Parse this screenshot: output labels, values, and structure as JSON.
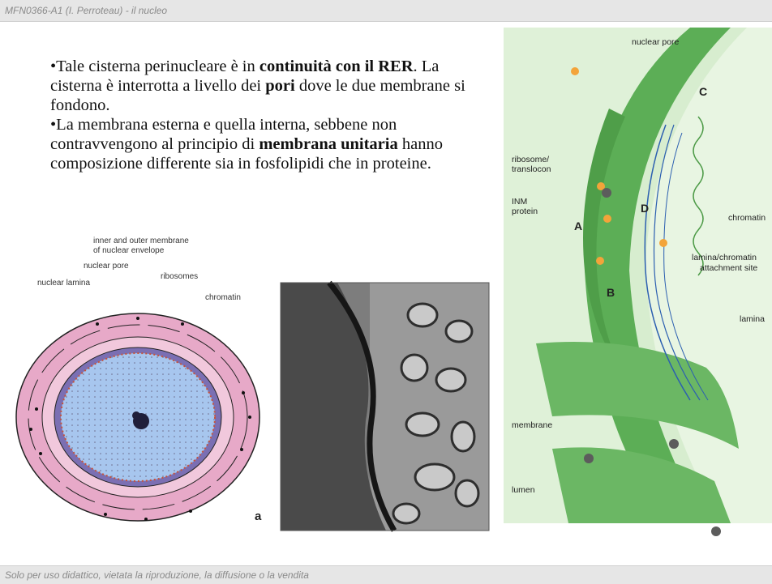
{
  "header": {
    "title": "MFN0366-A1 (I. Perroteau) - il nucleo"
  },
  "body": {
    "para1": [
      {
        "t": "•Tale cisterna perinucleare è in ",
        "b": false
      },
      {
        "t": "continuità con il RER",
        "b": true
      },
      {
        "t": ". La cisterna è interrotta a livello dei ",
        "b": false
      },
      {
        "t": "pori",
        "b": true
      },
      {
        "t": " dove le due membrane si fondono.",
        "b": false
      }
    ],
    "para2": [
      {
        "t": "•La membrana esterna e quella interna, sebbene non contravvengono al principio di ",
        "b": false
      },
      {
        "t": "membrana unitaria",
        "b": true
      },
      {
        "t": " hanno composizione differente sia in fosfolipidi che in proteine.",
        "b": false
      }
    ]
  },
  "left_figure": {
    "labels": {
      "inner_outer": "inner and outer membrane",
      "inner_outer_2": "of nuclear envelope",
      "nuclear_pore": "nuclear pore",
      "nuclear_lamina": "nuclear  lamina",
      "ribosomes": "ribosomes",
      "chromatin": "chromatin",
      "panel_letter": "a"
    }
  },
  "right_figure": {
    "labels": {
      "nuclear_pore": "nuclear pore",
      "ribosome": "ribosome/",
      "ribosome_2": "translocon",
      "inm": "INM",
      "inm_2": "protein",
      "chromatin": "chromatin",
      "lamina_chromatin": "lamina/chromatin",
      "lamina_chromatin_2": "attachment site",
      "lamina": "lamina",
      "membrane": "membrane",
      "lumen": "lumen",
      "A": "A",
      "B": "B",
      "C": "C",
      "D": "D"
    }
  },
  "footer": {
    "text": "Solo per uso didattico, vietata la riproduzione, la diffusione o la vendita"
  }
}
